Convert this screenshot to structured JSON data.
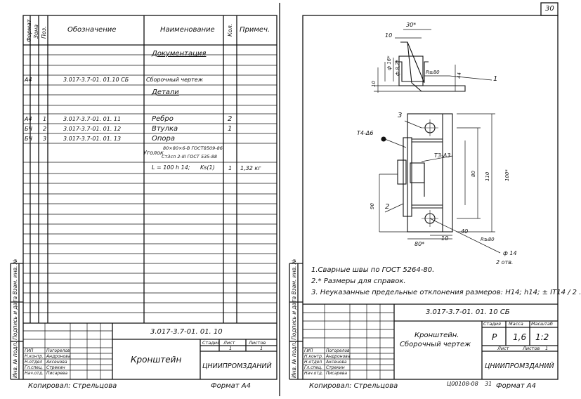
{
  "page_number": "30",
  "left_sheet": {
    "spec_headers": {
      "format": "Формат",
      "zone": "Зона",
      "pos": "Поз.",
      "designation": "Обозначение",
      "name": "Наименование",
      "qty": "Кол.",
      "note": "Примеч."
    },
    "sections": {
      "docs": "Документация",
      "details": "Детали"
    },
    "rows": [
      {
        "format": "А4",
        "pos": "",
        "designation": "3.017-3.7-01. 01.10 СБ",
        "name": "Сборочный чертеж",
        "qty": "",
        "note": ""
      },
      {
        "format": "А4",
        "pos": "1",
        "designation": "3.017-3.7-01. 01. 11",
        "name": "Ребро",
        "qty": "2",
        "note": ""
      },
      {
        "format": "БЧ",
        "pos": "2",
        "designation": "3.017-3.7-01. 01. 12",
        "name": "Втулка",
        "qty": "1",
        "note": ""
      },
      {
        "format": "БЧ",
        "pos": "3",
        "designation": "3.017-3.7-01. 01. 13",
        "name": "Опора",
        "qty": "",
        "note": ""
      }
    ],
    "material": {
      "line1": "Уголок",
      "line2": "80×80×6-В ГОСТ8509-86",
      "line3": "Ст3сп 2-III ГОСТ 535-88",
      "length": "L = 100 h 14;",
      "ks": "Ks(1)",
      "qty": "1",
      "note": "1,32 кг"
    },
    "side_labels": "Инв. № подл.  Подпись и дата  Взам. инв. №",
    "title_block": {
      "doc_code": "3.017-3.7-01. 01. 10",
      "name": "Кронштейн",
      "stage": "Стадия",
      "sheet": "Лист",
      "sheets": "Листов",
      "sheet_no": "1",
      "sheets_no": "1",
      "org": "ЦНИИПРОМЗДАНИЙ",
      "roles": [
        "ГИП",
        "Н.контр.",
        "Н.отдел",
        "Гл.спец.",
        "Нач.отд."
      ],
      "names": [
        "Погорелов",
        "Андронова",
        "Аксенова",
        "Стрекин",
        "Писарева"
      ]
    },
    "copied": "Копировал: Стрельцова",
    "format": "Формат А4"
  },
  "right_sheet": {
    "dims": {
      "d30": "30*",
      "d10a": "10",
      "d16": "ф 16*",
      "d82": "ф 8,2*",
      "d10b": "10",
      "r80": "R≥80",
      "d44": "44",
      "part1": "1",
      "part3": "3",
      "t4": "Т4-Δ6",
      "t3": "Т3-Δ3",
      "d100": "100*",
      "d110": "110",
      "d80": "80",
      "d90": "90",
      "part2": "2",
      "d80b": "80*",
      "d10c": "10",
      "d40": "40",
      "r80b": "R≥80",
      "d14": "ф 14",
      "holes": "2 отв."
    },
    "notes": [
      "1.Сварные швы по ГОСТ 5264-80.",
      "2.* Размеры для справок.",
      "3. Неуказанные предельные отклонения размеров: Н14; h14; ± IT14 / 2 ."
    ],
    "title_block": {
      "doc_code": "3.017-3.7-01. 01. 10 СБ",
      "name1": "Кронштейн.",
      "name2": "Сборочный чертеж",
      "stage": "Стадия",
      "mass": "Масса",
      "scale": "Масштаб",
      "stage_v": "Р",
      "mass_v": "1,6",
      "scale_v": "1:2",
      "sheet": "Лист",
      "sheets": "Листов",
      "sheets_no": "1",
      "org": "ЦНИИПРОМЗДАНИЙ",
      "roles": [
        "ГИП",
        "Н.контр.",
        "Н.отдел",
        "Гл.спец.",
        "Нач.отд."
      ],
      "names": [
        "Погорелов",
        "Андронова",
        "Аксенова",
        "Стрекин",
        "Писарева"
      ]
    },
    "copied": "Копировал: Стрельцова",
    "order": "Ц00108-08",
    "tab": "31",
    "format": "Формат А4"
  }
}
